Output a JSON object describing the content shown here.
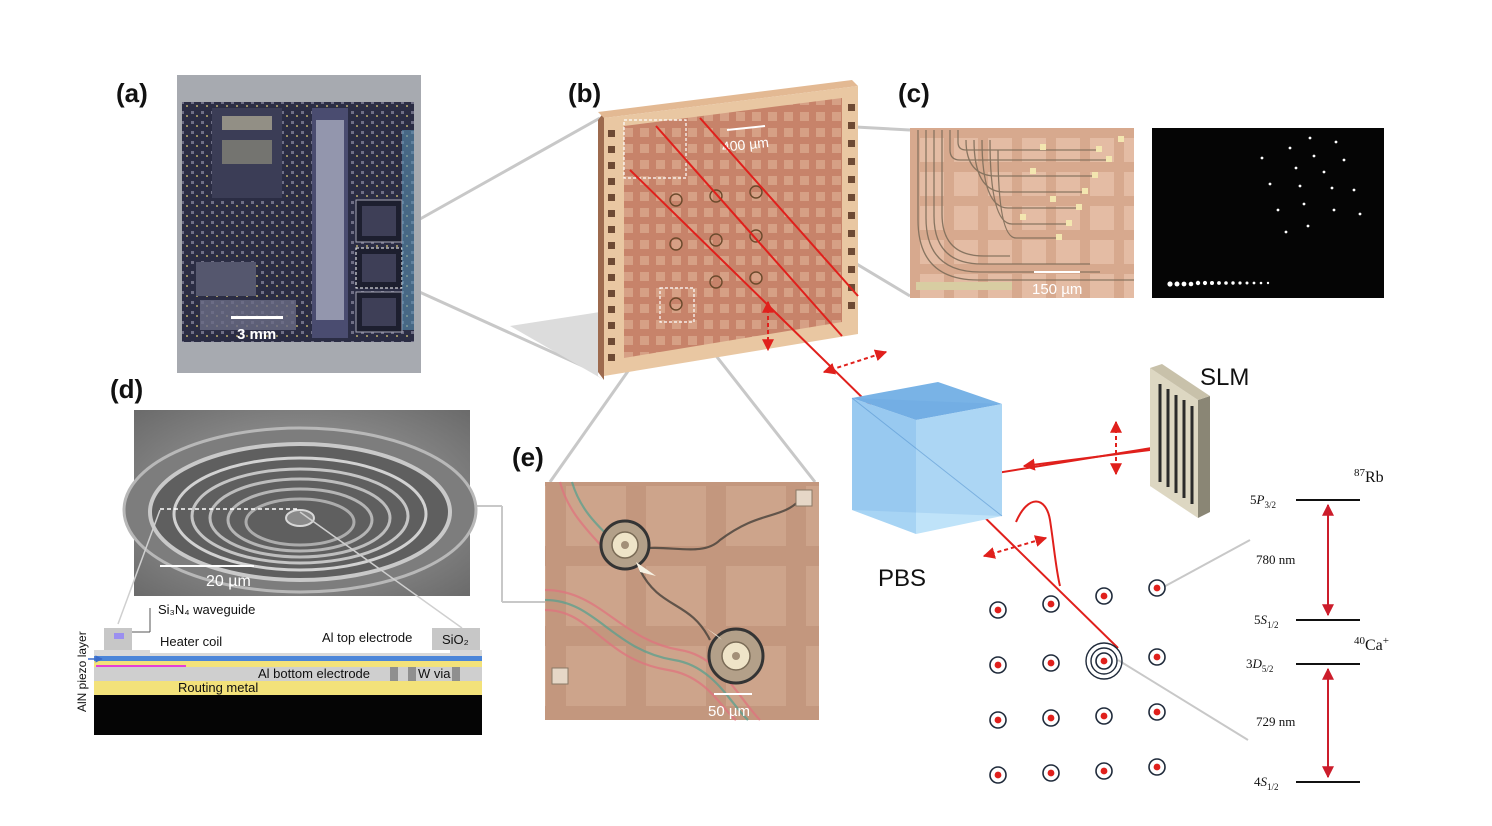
{
  "panels": {
    "a": "(a)",
    "b": "(b)",
    "c": "(c)",
    "d": "(d)",
    "e": "(e)"
  },
  "scalebars": {
    "a": "3 mm",
    "b": "400 µm",
    "c": "150 µm",
    "d": "20 µm",
    "e": "50 µm"
  },
  "components": {
    "slm": "SLM",
    "pbs": "PBS"
  },
  "cross_section": {
    "waveguide": "Si₃N₄ waveguide",
    "heater": "Heater coil",
    "top_electrode": "Al top electrode",
    "sio2": "SiO₂",
    "bottom_electrode": "Al bottom electrode",
    "w_via": "W via",
    "routing": "Routing metal",
    "piezo": "AlN piezo layer"
  },
  "level_schemes": {
    "rb": {
      "species": "87Rb",
      "upper": "5P3/2",
      "lower": "5S1/2",
      "wavelength": "780 nm"
    },
    "ca": {
      "species": "40Ca+",
      "upper": "3D5/2",
      "lower": "4S1/2",
      "wavelength": "729 nm"
    }
  },
  "atom_array": {
    "rows": 4,
    "cols": 4
  },
  "colors": {
    "laser": "#e0201c",
    "chip_copper": "#c98a6e",
    "chip_frame": "#e9c7a2",
    "pbs": "#8cc8ef",
    "die_dark": "#22243a",
    "sem_gray": "#8e8e8e",
    "transition": "#cc1d2b"
  }
}
